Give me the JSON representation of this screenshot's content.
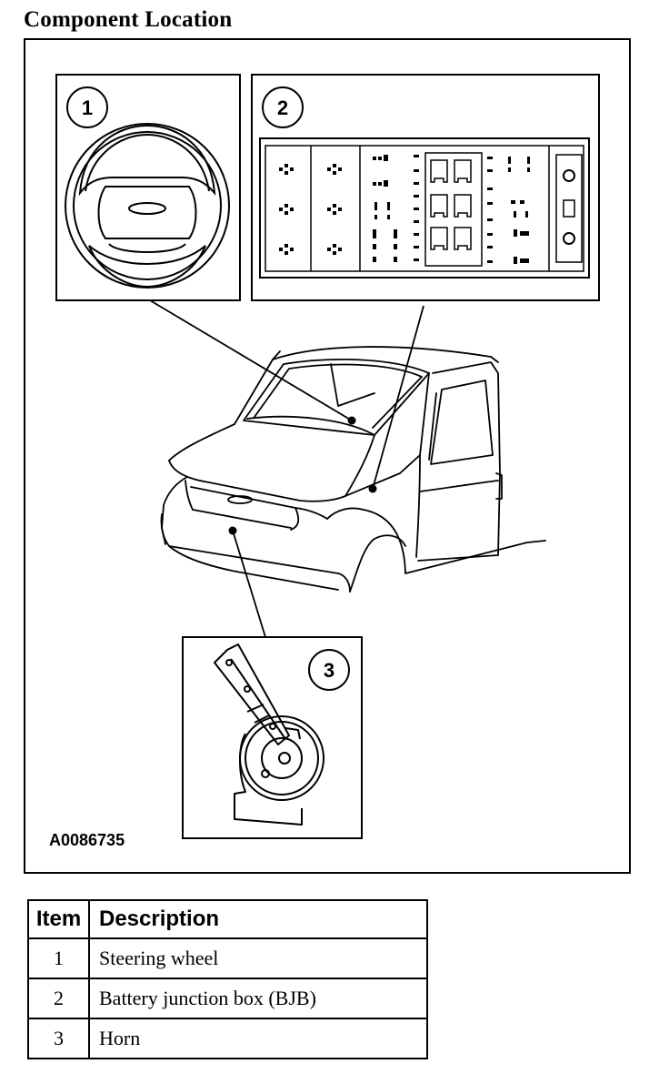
{
  "title": "Component Location",
  "figure_id": "A0086735",
  "callouts": [
    "1",
    "2",
    "3"
  ],
  "table": {
    "headers": [
      "Item",
      "Description"
    ],
    "rows": [
      {
        "item": "1",
        "description": "Steering wheel"
      },
      {
        "item": "2",
        "description": "Battery junction box (BJB)"
      },
      {
        "item": "3",
        "description": "Horn"
      }
    ]
  }
}
